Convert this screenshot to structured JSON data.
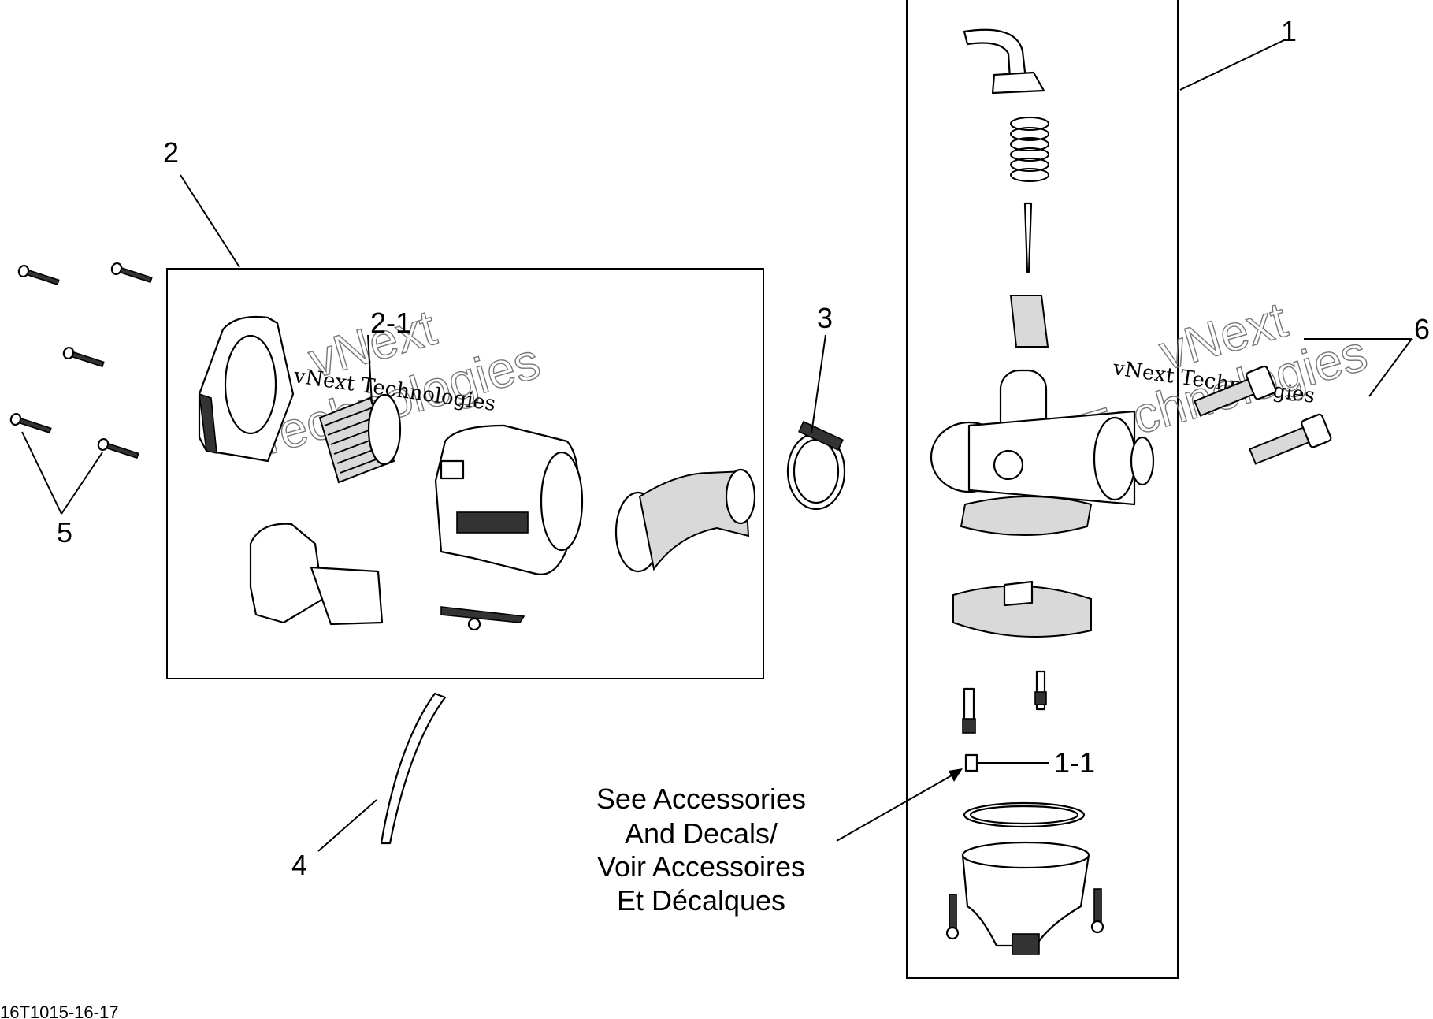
{
  "callouts": {
    "c1": "1",
    "c1_1": "1-1",
    "c2": "2",
    "c2_1": "2-1",
    "c3": "3",
    "c4": "4",
    "c5": "5",
    "c6": "6"
  },
  "note": {
    "line1": "See Accessories",
    "line2": "And Decals/",
    "line3": "Voir Accessoires",
    "line4": "Et Décalques"
  },
  "watermarks": {
    "left_small": "vNext Technologies",
    "left_outline_1": "vNext",
    "left_outline_2": "Technologies",
    "right_small": "vNext Technologies",
    "right_outline_1": "vNext",
    "right_outline_2": "Technologies"
  },
  "figure_code": "16T1015-16-17"
}
